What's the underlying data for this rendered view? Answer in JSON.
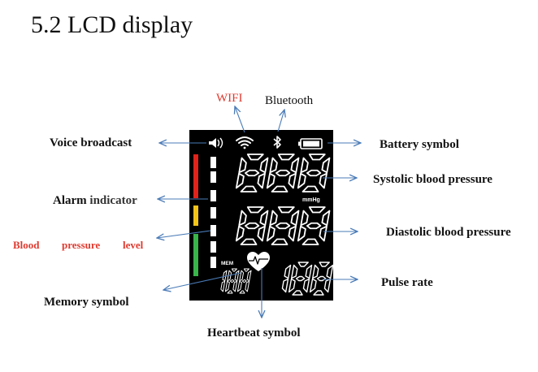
{
  "title": "5.2 LCD display",
  "labels": {
    "wifi": "WIFI",
    "bluetooth": "Bluetooth",
    "voice_broadcast": "Voice broadcast",
    "battery_symbol": "Battery symbol",
    "systolic": "Systolic blood pressure",
    "alarm_word1": "Alarm",
    "alarm_word2": "indicator",
    "diastolic": "Diastolic blood pressure",
    "bp_level_1": "Blood",
    "bp_level_2": "pressure",
    "bp_level_3": "level",
    "pulse_rate": "Pulse rate",
    "memory_symbol": "Memory symbol",
    "heartbeat_symbol": "Heartbeat symbol"
  },
  "lcd": {
    "systolic_digits": "888",
    "diastolic_digits": "888",
    "pulse_digits": "188",
    "memory_digits": "188",
    "unit": "mmHg",
    "mem_label": "MEM"
  },
  "colors": {
    "arrow": "#4a7bb7",
    "label_red": "#e03a2f",
    "lcd_bg": "#000000",
    "bar_red": "#e2231a",
    "bar_yellow": "#f2c418",
    "bar_green": "#39b54a"
  }
}
